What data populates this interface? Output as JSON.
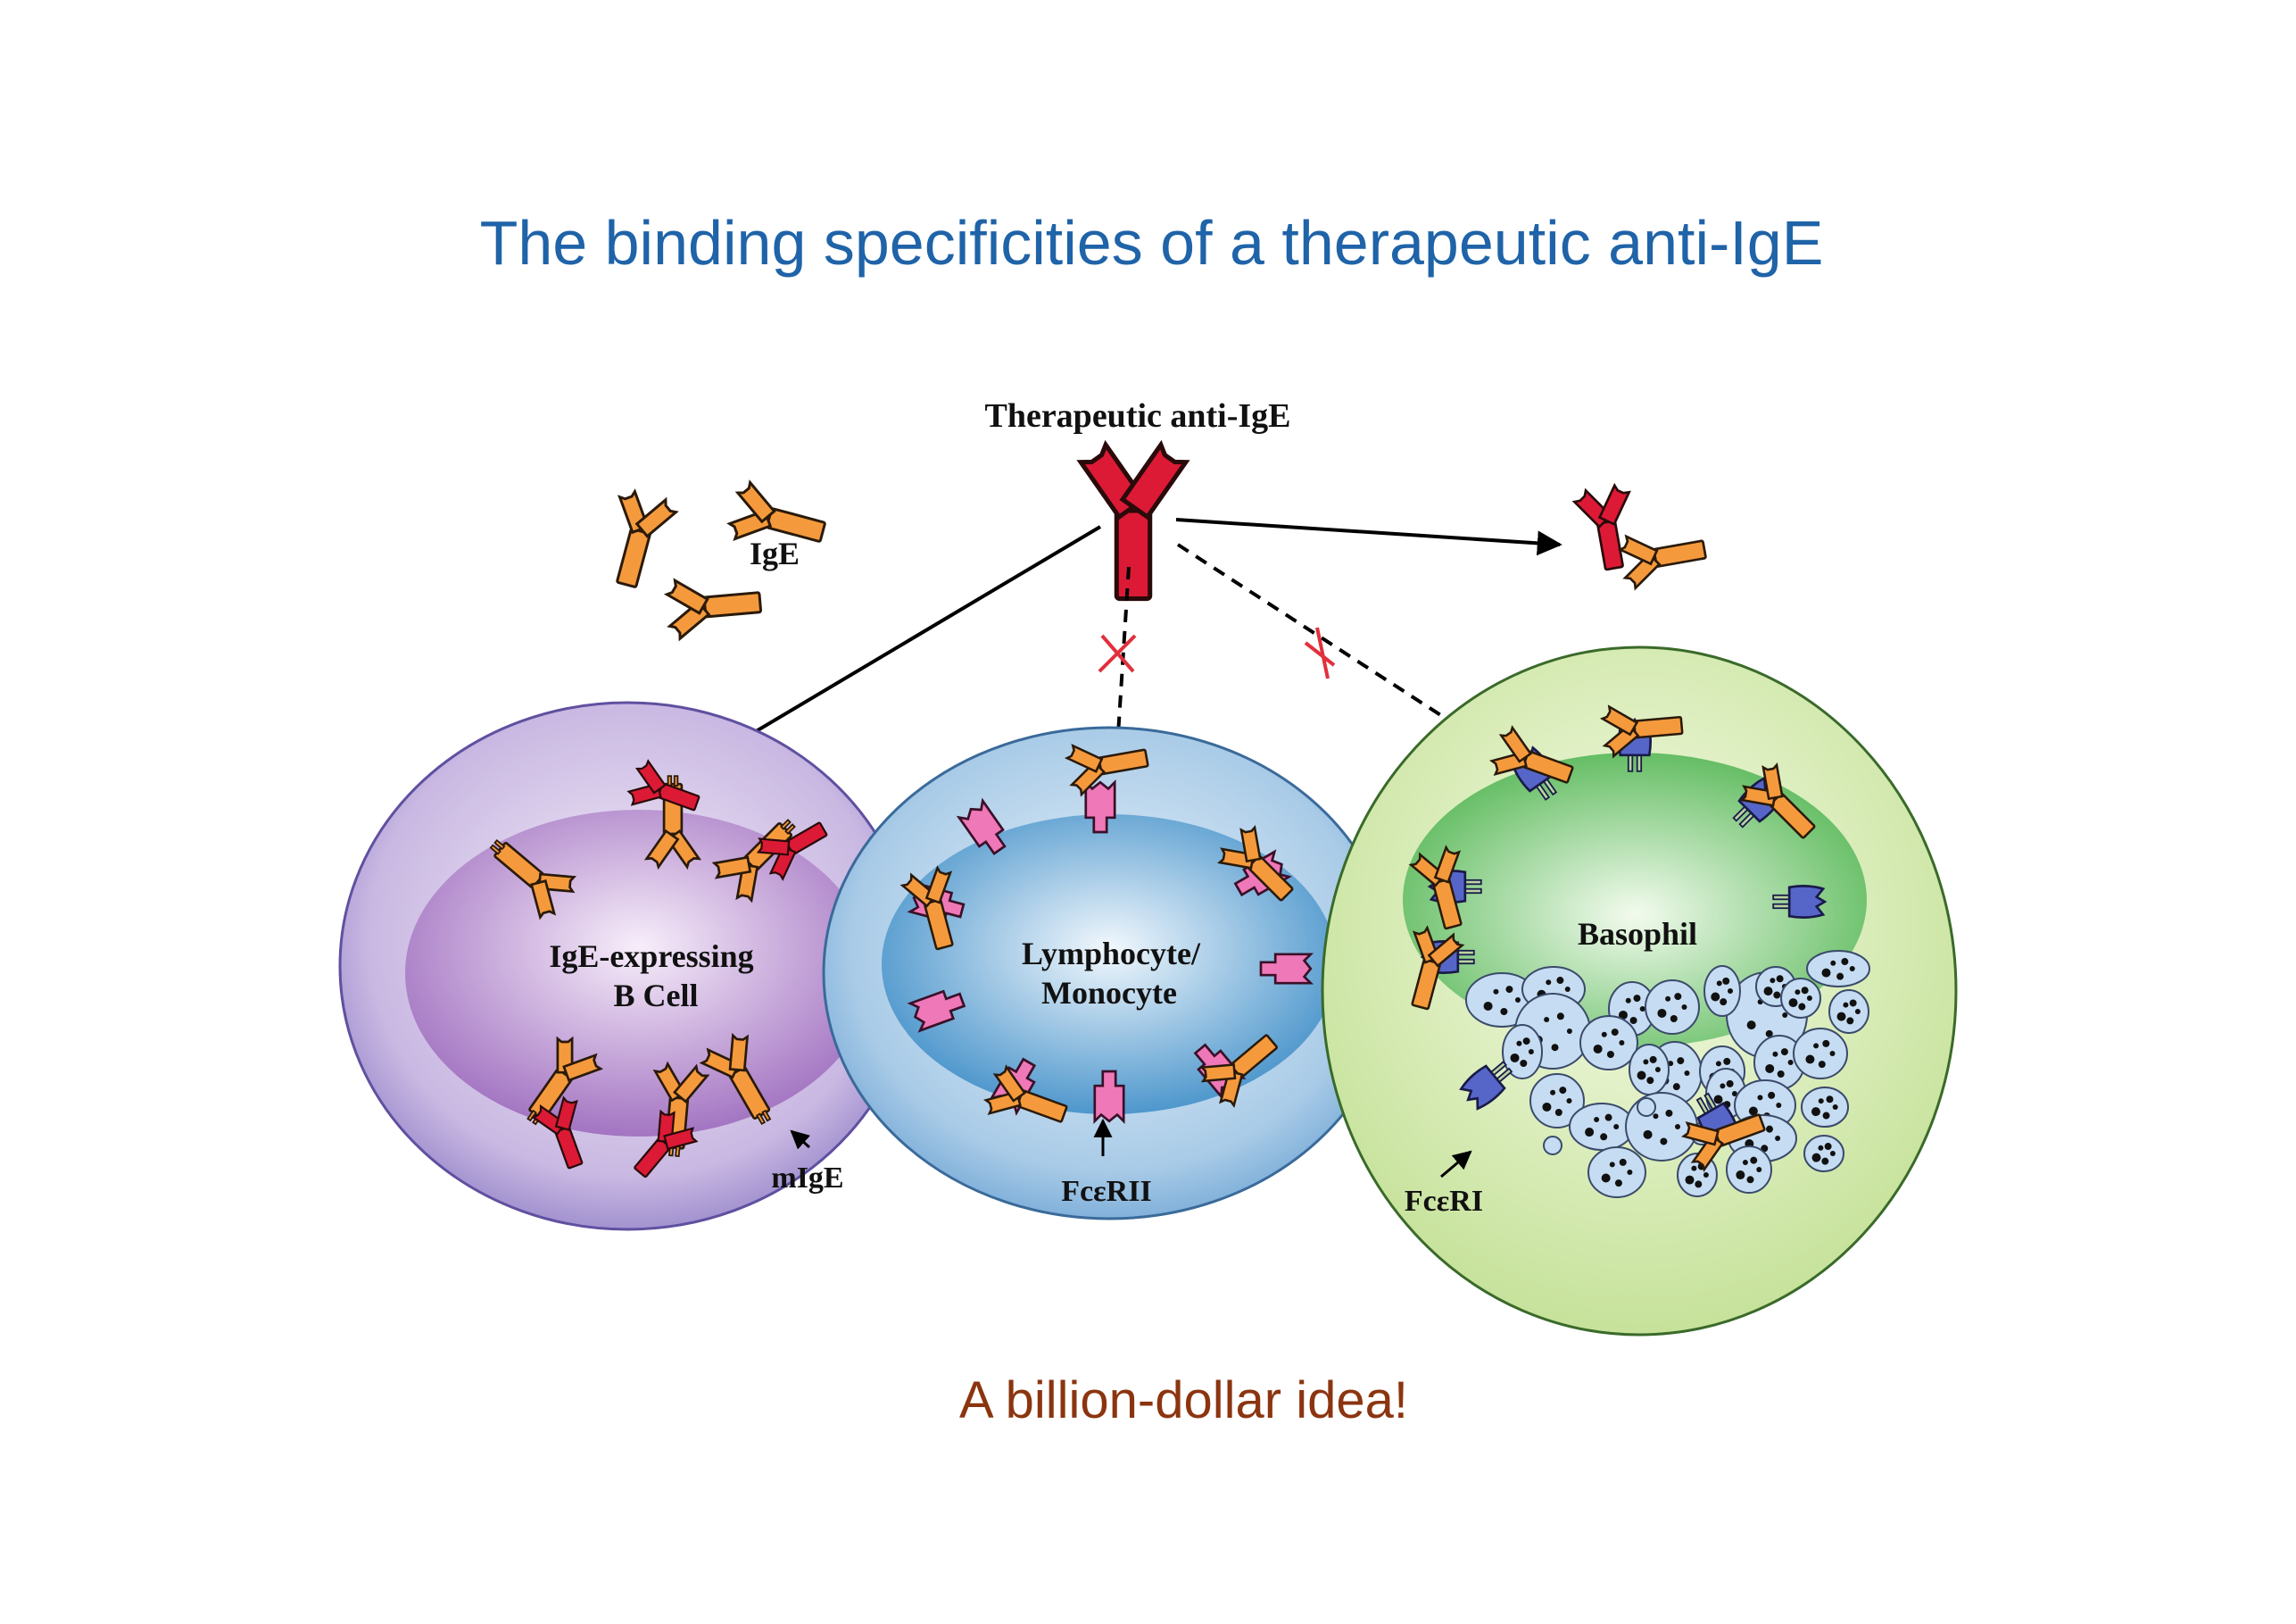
{
  "slide": {
    "title": "The binding specificities of a therapeutic anti-IgE",
    "footer": "A billion-dollar idea!"
  },
  "diagram": {
    "antibody_label": "Therapeutic anti-IgE",
    "free_ige_label": "IgE",
    "cells": [
      {
        "id": "b-cell",
        "label_line1": "IgE-expressing",
        "label_line2": "B Cell",
        "receptor_label": "mIgE",
        "binds": true
      },
      {
        "id": "lymphocyte",
        "label_line1": "Lymphocyte/",
        "label_line2": "Monocyte",
        "receptor_label": "FcεRII",
        "binds": false
      },
      {
        "id": "basophil",
        "label_line1": "Basophil",
        "label_line2": "",
        "receptor_label": "FcεRI",
        "binds": false
      }
    ],
    "colors": {
      "anti_ige": "#dc1a36",
      "ige": "#f59a3c",
      "fceRII": "#ef78b8",
      "fceRI": "#5666c8",
      "blocked_mark": "#e0303c"
    }
  }
}
